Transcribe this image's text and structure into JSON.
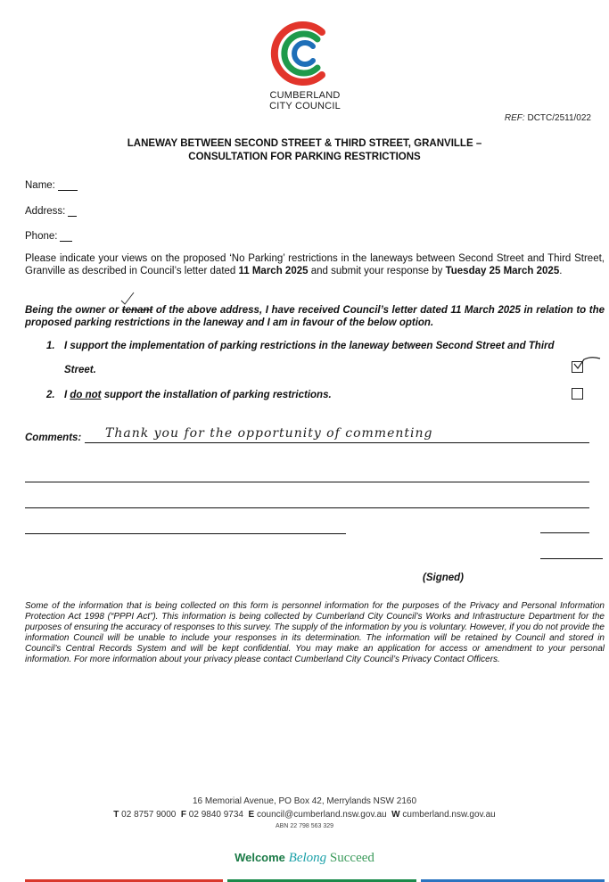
{
  "header": {
    "logo_line1": "CUMBERLAND",
    "logo_line2": "CITY COUNCIL",
    "ref_label": "REF:",
    "ref_number": "DCTC/2511/022"
  },
  "title": {
    "line1": "LANEWAY BETWEEN SECOND STREET & THIRD STREET, GRANVILLE –",
    "line2": "CONSULTATION FOR PARKING RESTRICTIONS"
  },
  "fields": {
    "name_label": "Name:",
    "address_label": "Address:",
    "phone_label": "Phone:"
  },
  "intro": {
    "p1": "Please indicate your views on the proposed ‘No Parking’ restrictions in the laneways between Second Street and Third Street, Granville as described in Council’s letter dated ",
    "date1": "11 March 2025",
    "p2": " and submit your response by ",
    "date2": "Tuesday 25 March 2025",
    "p3": "."
  },
  "declaration": {
    "d1": "Being the owner or ",
    "struck": "tenant",
    "d2": " of the above address, I have received Council’s letter dated 11 March 2025 in relation to the proposed parking restrictions in the laneway and I am in favour of the below option."
  },
  "options": [
    {
      "num": "1.",
      "text": "I support the implementation of parking restrictions in the laneway between Second Street and Third",
      "text2": "Street.",
      "checked": true
    },
    {
      "num": "2.",
      "pre": "I ",
      "emph": "do not",
      "post": " support the installation of parking restrictions.",
      "checked": false
    }
  ],
  "comments": {
    "label": "Comments:",
    "handwritten": "Thank you for the opportunity of commenting"
  },
  "signed_label": "(Signed)",
  "privacy": "Some of the information that is being collected on this form is personnel information for the purposes of the Privacy and Personal Information Protection Act 1998 (“PPPI Act”). This information is being collected by Cumberland City Council’s Works and Infrastructure Department for the purposes of ensuring the accuracy of responses to this survey. The supply of the information by you is voluntary. However, if you do not provide the information Council will be unable to include your responses in its determination. The information will be retained by Council and stored in Council’s Central Records System and will be kept confidential. You may make an application for access or amendment to your personal information. For more information about your privacy please contact Cumberland City Council’s Privacy Contact Officers.",
  "footer": {
    "address": "16 Memorial Avenue, PO Box 42, Merrylands NSW 2160",
    "t_label": "T",
    "t_value": "02 8757 9000",
    "f_label": "F",
    "f_value": "02 9840 9734",
    "e_label": "E",
    "e_value": "council@cumberland.nsw.gov.au",
    "w_label": "W",
    "w_value": "cumberland.nsw.gov.au",
    "abn": "ABN 22 798 563 329",
    "slogan_1": "Welcome",
    "slogan_2": "Belong",
    "slogan_3": "Succeed"
  },
  "colors": {
    "logo_red": "#e2352b",
    "logo_green": "#1f9a4b",
    "logo_blue": "#1e6fb8",
    "bar_red": "#d9382c",
    "bar_green": "#1a8a4a",
    "bar_blue": "#2a74c0"
  },
  "icons": [
    "cumberland-logo-icon",
    "checkbox-checked-icon",
    "checkbox-empty-icon"
  ]
}
